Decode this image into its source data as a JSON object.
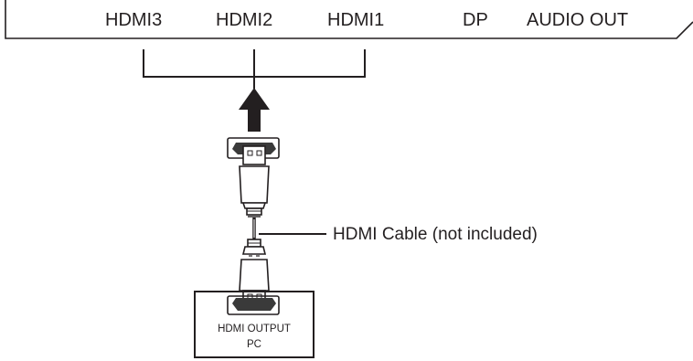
{
  "panel": {
    "ports": [
      "HDMI3",
      "HDMI2",
      "HDMI1",
      "DP",
      "AUDIO OUT"
    ]
  },
  "cable": {
    "label": "HDMI Cable (not included)"
  },
  "source_device": {
    "line1": "HDMI OUTPUT",
    "line2": "PC"
  },
  "colors": {
    "ink": "#231f20",
    "connector_fill": "#ffffff",
    "port_cavity": "#3a3a3a"
  }
}
